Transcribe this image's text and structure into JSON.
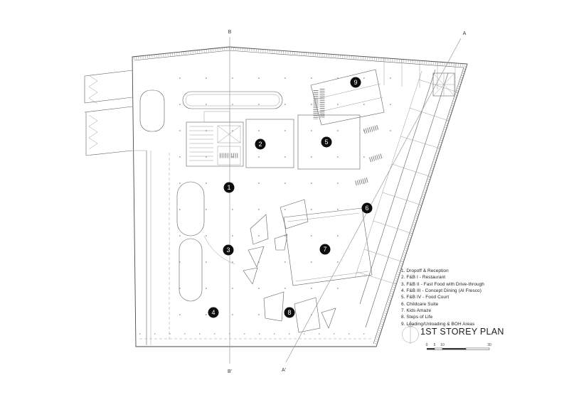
{
  "drawing": {
    "title": "1ST STOREY PLAN",
    "scale_labels": [
      "0",
      "5",
      "10",
      "30"
    ]
  },
  "legend": {
    "items": [
      "1. Dropoff & Reception",
      "2. F&B I - Restaurant",
      "3. F&B II - Fast Food with Drive-through",
      "4. F&B III - Concept Dining (Al Fresco)",
      "5. F&B IV - Food Court",
      "6. Childcare Suite",
      "7. Kids Amaze",
      "8. Steps of Life",
      "9. Loading/Unloading & BOH Areas"
    ]
  },
  "markers": [
    "1",
    "2",
    "3",
    "4",
    "5",
    "6",
    "7",
    "8",
    "9"
  ],
  "sections": {
    "b_top": "B",
    "b_bottom": "B'",
    "a_top": "A",
    "a_bottom": "A'"
  },
  "colors": {
    "paper": "#ffffff",
    "line_dark": "#4a4a4a",
    "line_mid": "#7d7d7d",
    "line_light": "#9a9a9a",
    "marker_fill": "#0d0d0d",
    "marker_text": "#ffffff"
  }
}
